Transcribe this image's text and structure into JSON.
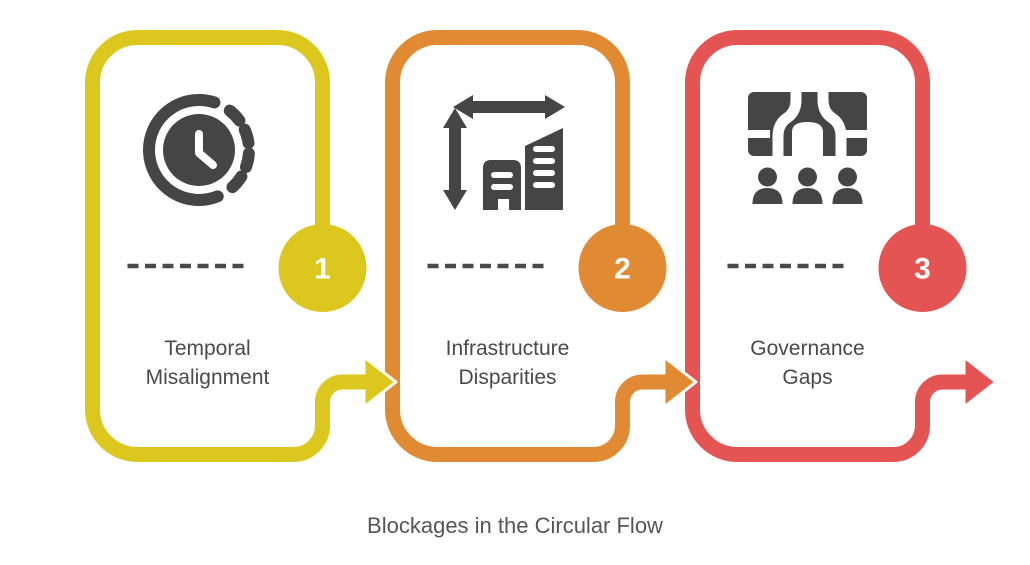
{
  "title": "Blockages in the Circular Flow",
  "theme": {
    "background": "#ffffff",
    "icon_color": "#454545",
    "text_color": "#4a4a4a",
    "title_color": "#555555",
    "dash_color": "#4a4a4a",
    "number_color": "#ffffff"
  },
  "cards": [
    {
      "number": "1",
      "label_line1": "Temporal",
      "label_line2": "Misalignment",
      "color": "#dcc71e",
      "icon": "clock-cycle-icon"
    },
    {
      "number": "2",
      "label_line1": "Infrastructure",
      "label_line2": "Disparities",
      "color": "#e08a33",
      "icon": "building-measure-icon"
    },
    {
      "number": "3",
      "label_line1": "Governance",
      "label_line2": "Gaps",
      "color": "#e45452",
      "icon": "meeting-icon"
    }
  ]
}
